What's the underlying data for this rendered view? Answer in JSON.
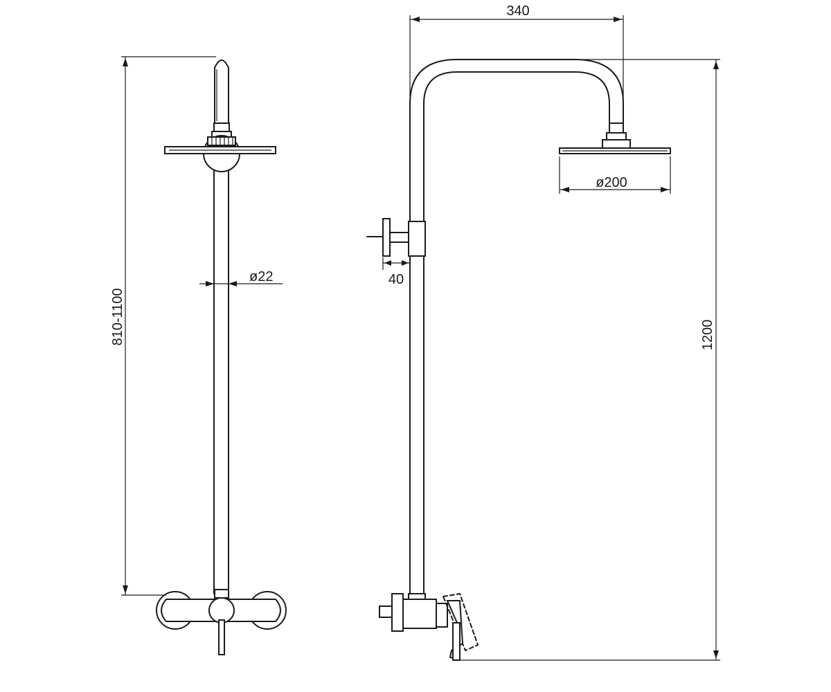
{
  "dimensions": {
    "arm_length": "340",
    "head_diameter": "ø200",
    "pipe_diameter": "ø22",
    "wall_offset": "40",
    "mixer_to_head": "810-1100",
    "total_height": "1200"
  },
  "icons": [
    "shower-head-icon",
    "mixer-tap-icon",
    "wall-bracket-icon"
  ],
  "colors": {
    "line": "#1a1a1a",
    "background": "#ffffff"
  }
}
